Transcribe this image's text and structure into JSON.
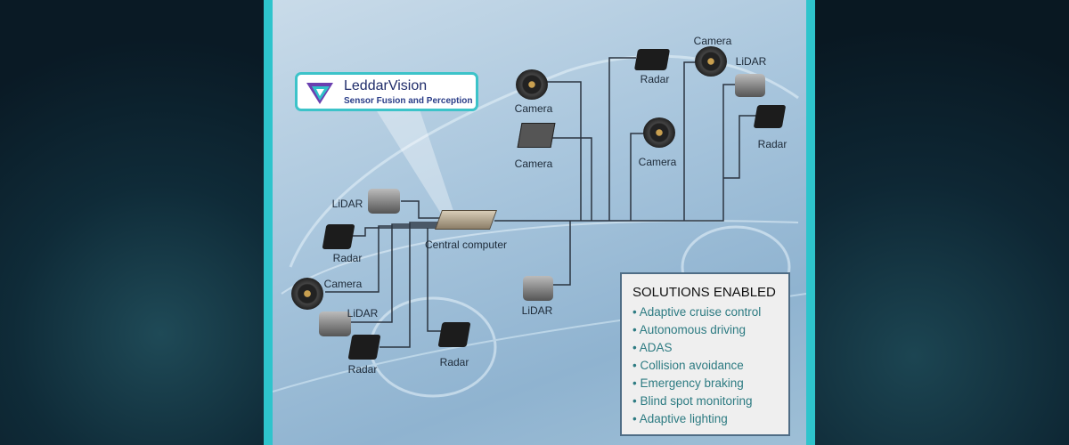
{
  "logo": {
    "title": "LeddarVision",
    "subtitle": "Sensor Fusion and Perception"
  },
  "central": "Central computer",
  "sensors": [
    {
      "type": "camera",
      "label": "Camera"
    },
    {
      "type": "camera-box",
      "label": "Camera"
    },
    {
      "type": "radar",
      "label": "Radar"
    },
    {
      "type": "camera",
      "label": "Camera"
    },
    {
      "type": "lidar",
      "label": "LiDAR"
    },
    {
      "type": "radar",
      "label": "Radar"
    },
    {
      "type": "camera",
      "label": "Camera"
    },
    {
      "type": "lidar",
      "label": "LiDAR"
    },
    {
      "type": "radar",
      "label": "Radar"
    },
    {
      "type": "camera",
      "label": "Camera"
    },
    {
      "type": "lidar",
      "label": "LiDAR"
    },
    {
      "type": "radar",
      "label": "Radar"
    },
    {
      "type": "radar",
      "label": "Radar"
    },
    {
      "type": "lidar",
      "label": "LiDAR"
    }
  ],
  "solutions": {
    "title": "SOLUTIONS ENABLED",
    "items": [
      "• Adaptive cruise control",
      "• Autonomous driving",
      "• ADAS",
      "• Collision avoidance",
      "• Emergency braking",
      "• Blind spot monitoring",
      "• Adaptive lighting"
    ]
  }
}
